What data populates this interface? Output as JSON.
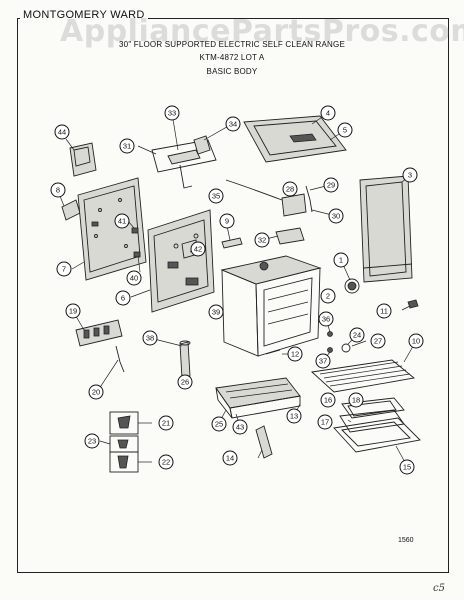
{
  "header": {
    "brand": "MONTGOMERY WARD",
    "title_line1": "30\" FLOOR SUPPORTED ELECTRIC SELF CLEAN RANGE",
    "title_line2": "KTM-4872 LOT A",
    "title_line3": "BASIC BODY"
  },
  "watermark": "AppliancePartsPros.com",
  "footer": {
    "page_number": "1560",
    "scribble": "c5"
  },
  "callouts": [
    "1",
    "2",
    "3",
    "4",
    "5",
    "6",
    "7",
    "8",
    "9",
    "10",
    "11",
    "12",
    "13",
    "14",
    "15",
    "16",
    "17",
    "18",
    "19",
    "20",
    "21",
    "22",
    "23",
    "24",
    "25",
    "26",
    "27",
    "28",
    "29",
    "30",
    "31",
    "32",
    "33",
    "34",
    "35",
    "36",
    "37",
    "38",
    "39",
    "40",
    "41",
    "42",
    "43",
    "44"
  ]
}
